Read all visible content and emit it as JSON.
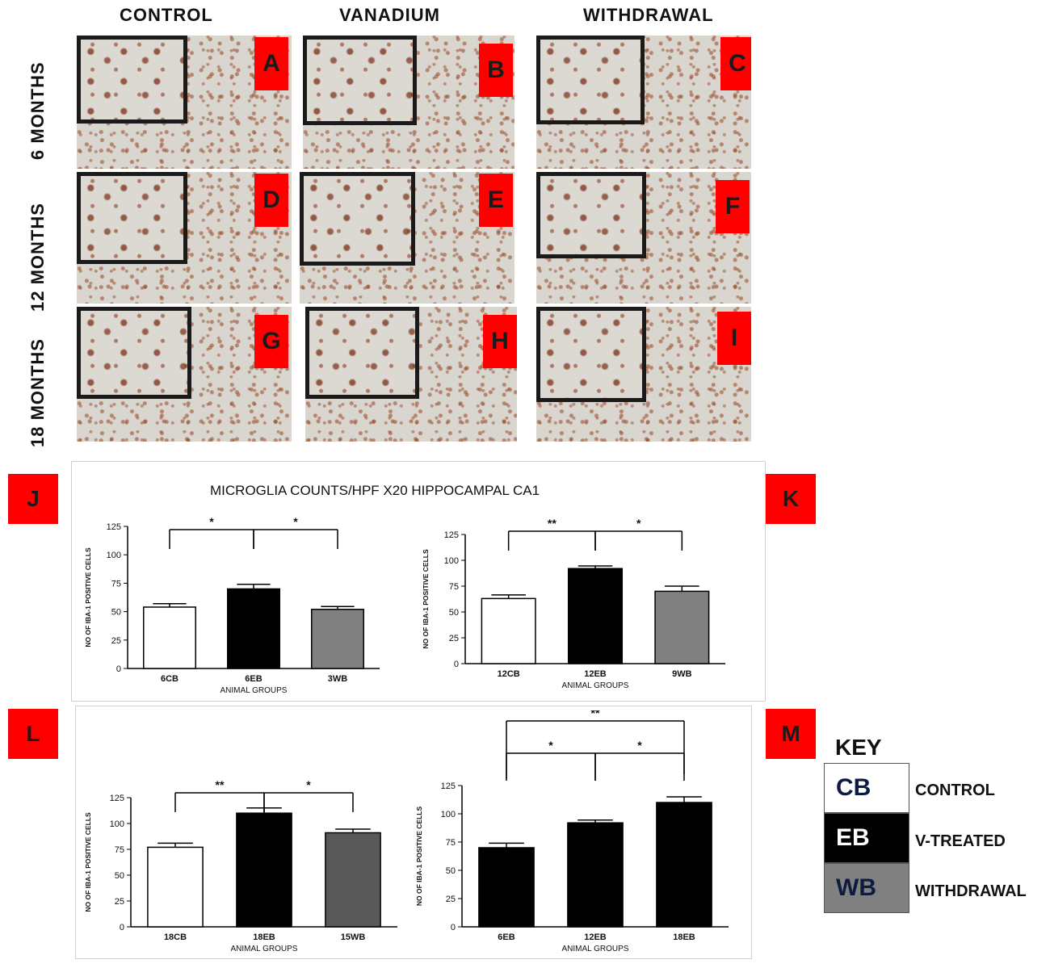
{
  "micrographs": {
    "columns": [
      "CONTROL",
      "VANADIUM",
      "WITHDRAWAL"
    ],
    "rows": [
      "6 MONTHS",
      "12 MONTHS",
      "18 MONTHS"
    ],
    "panel_labels": [
      "A",
      "B",
      "C",
      "D",
      "E",
      "F",
      "G",
      "H",
      "I"
    ]
  },
  "panel_labels": {
    "j": "J",
    "k": "K",
    "l": "L",
    "m": "M"
  },
  "figure_title": "MICROGLIA COUNTS/HPF X20 HIPPOCAMPAL CA1",
  "key": {
    "title": "KEY",
    "items": [
      {
        "code": "CB",
        "label": "CONTROL",
        "fill": "#ffffff",
        "text_color": "#0d1b3e"
      },
      {
        "code": "EB",
        "label": "V-TREATED",
        "fill": "#000000",
        "text_color": "#ffffff"
      },
      {
        "code": "WB",
        "label": "WITHDRAWAL",
        "fill": "#808080",
        "text_color": "#0d1b3e"
      }
    ]
  },
  "chart_data": [
    {
      "panel": "J",
      "type": "bar",
      "categories": [
        "6CB",
        "6EB",
        "3WB"
      ],
      "values": [
        54,
        70,
        52
      ],
      "errors": [
        3,
        4,
        2.5
      ],
      "fills": [
        "#ffffff",
        "#000000",
        "#808080"
      ],
      "xlabel": "ANIMAL GROUPS",
      "ylabel": "NO OF IBA-1 POSITIVE CELLS",
      "ylim": [
        0,
        125
      ],
      "yticks": [
        0,
        25,
        50,
        75,
        100,
        125
      ],
      "significance": [
        {
          "from": 0,
          "to": 1,
          "label": "*"
        },
        {
          "from": 1,
          "to": 2,
          "label": "*"
        }
      ]
    },
    {
      "panel": "K",
      "type": "bar",
      "categories": [
        "12CB",
        "12EB",
        "9WB"
      ],
      "values": [
        63,
        92,
        70
      ],
      "errors": [
        3.5,
        2.5,
        5
      ],
      "fills": [
        "#ffffff",
        "#000000",
        "#808080"
      ],
      "xlabel": "ANIMAL GROUPS",
      "ylabel": "NO OF IBA-1 POSITIVE CELLS",
      "ylim": [
        0,
        125
      ],
      "yticks": [
        0,
        25,
        50,
        75,
        100,
        125
      ],
      "significance": [
        {
          "from": 0,
          "to": 1,
          "label": "**"
        },
        {
          "from": 1,
          "to": 2,
          "label": "*"
        }
      ]
    },
    {
      "panel": "L",
      "type": "bar",
      "categories": [
        "18CB",
        "18EB",
        "15WB"
      ],
      "values": [
        77,
        110,
        91
      ],
      "errors": [
        4,
        5,
        3.5
      ],
      "fills": [
        "#ffffff",
        "#000000",
        "#595959"
      ],
      "xlabel": "ANIMAL GROUPS",
      "ylabel": "NO OF IBA-1 POSITIVE CELLS",
      "ylim": [
        0,
        125
      ],
      "yticks": [
        0,
        25,
        50,
        75,
        100,
        125
      ],
      "significance": [
        {
          "from": 0,
          "to": 1,
          "label": "**"
        },
        {
          "from": 1,
          "to": 2,
          "label": "*"
        }
      ]
    },
    {
      "panel": "M",
      "type": "bar",
      "categories": [
        "6EB",
        "12EB",
        "18EB"
      ],
      "values": [
        70,
        92,
        110
      ],
      "errors": [
        4,
        2.5,
        5
      ],
      "fills": [
        "#000000",
        "#000000",
        "#000000"
      ],
      "xlabel": "ANIMAL GROUPS",
      "ylabel": "NO OF IBA-1 POSITIVE CELLS",
      "ylim": [
        0,
        125
      ],
      "yticks": [
        0,
        25,
        50,
        75,
        100,
        125
      ],
      "significance": [
        {
          "from": 0,
          "to": 1,
          "label": "*"
        },
        {
          "from": 1,
          "to": 2,
          "label": "*"
        },
        {
          "from": 0,
          "to": 2,
          "label": "**"
        }
      ]
    }
  ]
}
